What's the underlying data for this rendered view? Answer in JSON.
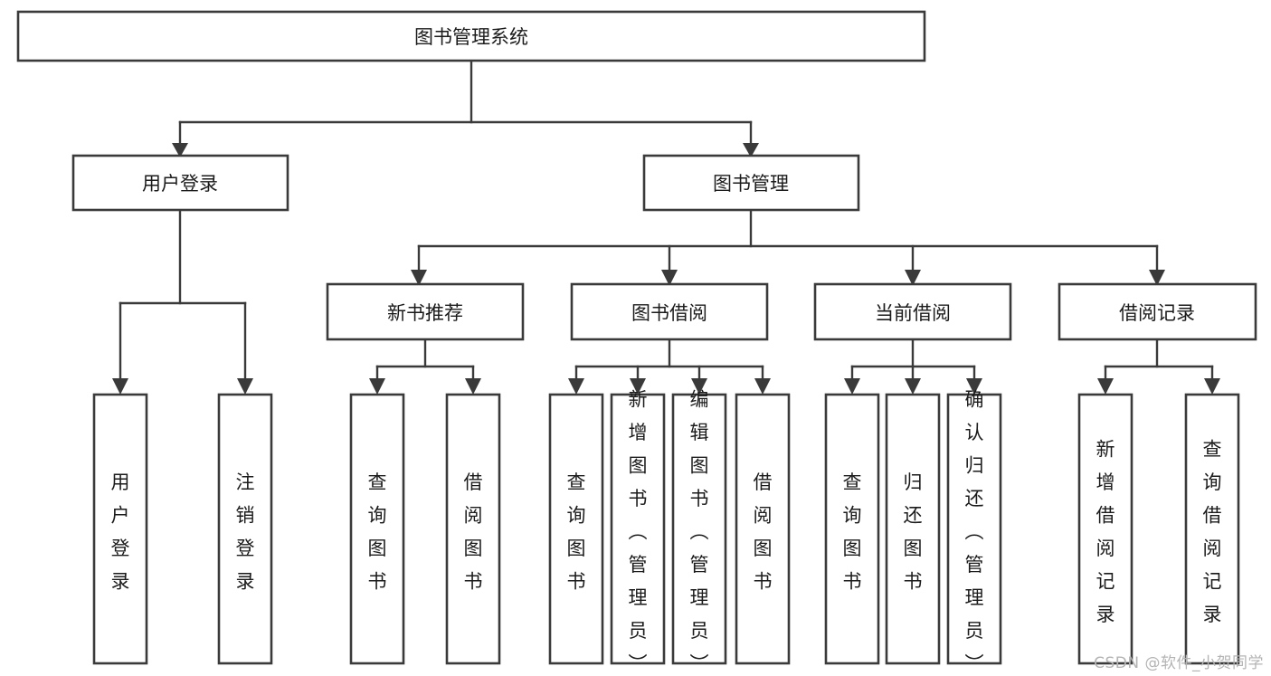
{
  "diagram": {
    "title": "图书管理系统",
    "watermark": "CSDN @软件_小贺同学",
    "colors": {
      "stroke": "#3a3a3a",
      "background": "#ffffff",
      "text": "#1b1b1b",
      "watermark": "#b4b4b4"
    },
    "root": {
      "label": "图书管理系统"
    },
    "level2": [
      {
        "label": "用户登录"
      },
      {
        "label": "图书管理"
      }
    ],
    "level3": [
      {
        "label": "新书推荐"
      },
      {
        "label": "图书借阅"
      },
      {
        "label": "当前借阅"
      },
      {
        "label": "借阅记录"
      }
    ],
    "leaves": {
      "user_login": [
        {
          "label": "用户登录"
        },
        {
          "label": "注销登录"
        }
      ],
      "new_book_recommend": [
        {
          "label": "查询图书"
        },
        {
          "label": "借阅图书"
        }
      ],
      "book_borrow": [
        {
          "label": "查询图书"
        },
        {
          "label": "新增图书（管理员）"
        },
        {
          "label": "编辑图书（管理员）"
        },
        {
          "label": "借阅图书"
        }
      ],
      "current_borrow": [
        {
          "label": "查询图书"
        },
        {
          "label": "归还图书"
        },
        {
          "label": "确认归还（管理员）"
        }
      ],
      "borrow_record": [
        {
          "label": "新增借阅记录"
        },
        {
          "label": "查询借阅记录"
        }
      ]
    }
  }
}
